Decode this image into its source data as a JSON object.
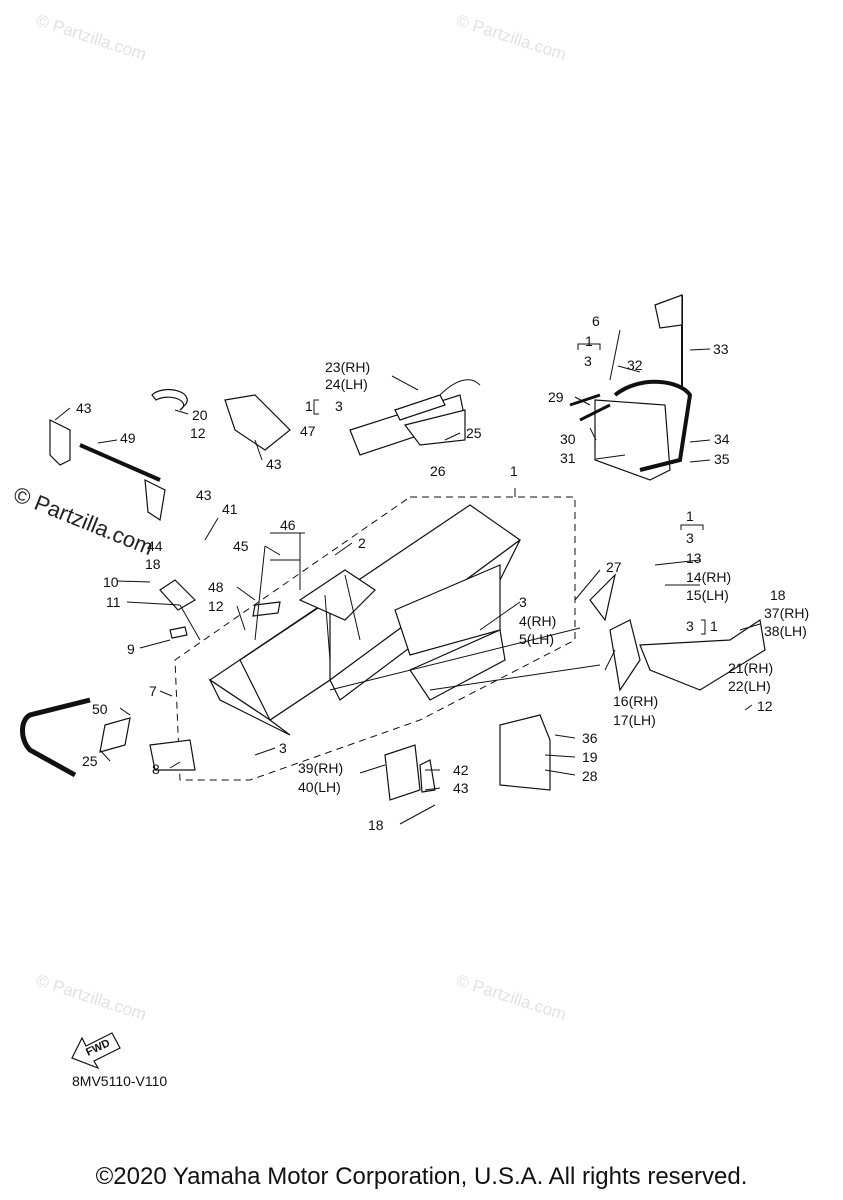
{
  "watermarks": {
    "site": "© Partzilla.com",
    "site_large": "© Partzilla.com"
  },
  "callouts": [
    "43",
    "49",
    "20",
    "12",
    "47",
    "43",
    "43",
    "23(RH)",
    "24(LH)",
    "1",
    "3",
    "25",
    "26",
    "1",
    "6",
    "1",
    "3",
    "32",
    "33",
    "29",
    "30",
    "31",
    "34",
    "35",
    "41",
    "46",
    "45",
    "44",
    "18",
    "2",
    "10",
    "11",
    "48",
    "12",
    "9",
    "7",
    "50",
    "25",
    "8",
    "3",
    "39(RH)",
    "40(LH)",
    "42",
    "43",
    "18",
    "27",
    "3",
    "4(RH)",
    "5(LH)",
    "36",
    "19",
    "28",
    "1",
    "3",
    "13",
    "14(RH)",
    "15(LH)",
    "18",
    "37(RH)",
    "38(LH)",
    "3",
    "1",
    "21(RH)",
    "22(LH)",
    "16(RH)",
    "17(LH)",
    "12"
  ],
  "fwd_label": "FWD",
  "diagram_code": "8MV5110-V110",
  "copyright": "©2020 Yamaha Motor Corporation, U.S.A. All rights reserved."
}
